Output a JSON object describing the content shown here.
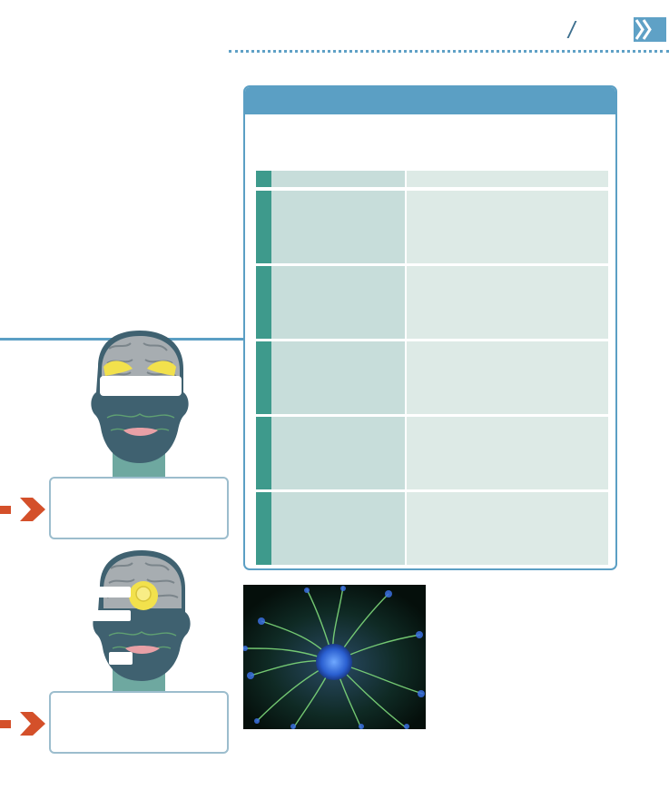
{
  "header": {
    "slash": "/",
    "chevron_icon": "double-chevron-right-icon"
  },
  "table": {
    "header_color": "#5b9fc4",
    "marker_color": "#3e9a8c",
    "col1_color": "#c7ddda",
    "col2_color": "#ddeae6",
    "rows": 5
  },
  "figures": {
    "head_top": "head-cross-section-frontal-lobes",
    "head_bottom": "head-cross-section-pituitary",
    "highlight_color": "#f2e14c"
  },
  "arrow_color": "#d4502a",
  "photo": "plasma-globe-neurons-image"
}
